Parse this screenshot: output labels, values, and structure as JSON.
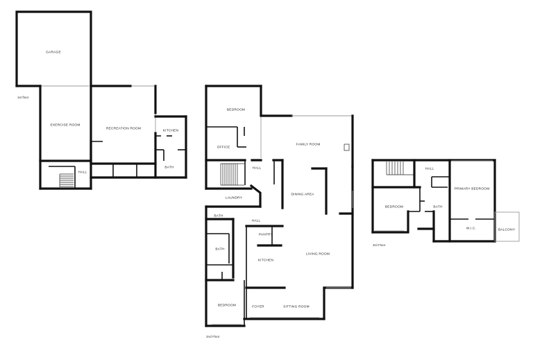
{
  "floors": [
    {
      "id": "first",
      "label": "1st floor",
      "rooms": [
        {
          "key": "garage",
          "label": "GARAGE"
        },
        {
          "key": "exercise",
          "label": "EXERCISE ROOM"
        },
        {
          "key": "recreation",
          "label": "RECREATION ROOM"
        },
        {
          "key": "kitchen",
          "label": "KITCHEN"
        },
        {
          "key": "bath",
          "label": "BATH"
        },
        {
          "key": "hall",
          "label": "HALL"
        }
      ]
    },
    {
      "id": "second",
      "label": "2nd Floor",
      "rooms": [
        {
          "key": "bedroom1",
          "label": "BEDROOM"
        },
        {
          "key": "office",
          "label": "OFFICE"
        },
        {
          "key": "family",
          "label": "FAMILY ROOM"
        },
        {
          "key": "hall",
          "label": "HALL"
        },
        {
          "key": "laundry",
          "label": "LAUNDRY"
        },
        {
          "key": "dining",
          "label": "DINING AREA"
        },
        {
          "key": "bath_small",
          "label": "BATH"
        },
        {
          "key": "hall2",
          "label": "HALL"
        },
        {
          "key": "pantry",
          "label": "PANTRY"
        },
        {
          "key": "bath2",
          "label": "BATH"
        },
        {
          "key": "kitchen",
          "label": "KITCHEN"
        },
        {
          "key": "living",
          "label": "LIVING ROOM"
        },
        {
          "key": "bedroom2",
          "label": "BEDROOM"
        },
        {
          "key": "foyer",
          "label": "FOYER"
        },
        {
          "key": "sitting",
          "label": "SITTING ROOM"
        }
      ]
    },
    {
      "id": "third",
      "label": "3rd Floor",
      "rooms": [
        {
          "key": "hall",
          "label": "HALL"
        },
        {
          "key": "primary",
          "label": "PRIMARY BEDROOM"
        },
        {
          "key": "bedroom",
          "label": "BEDROOM"
        },
        {
          "key": "bath",
          "label": "BATH"
        },
        {
          "key": "wic",
          "label": "W.I.C."
        },
        {
          "key": "balcony",
          "label": "BALCONY"
        }
      ]
    }
  ]
}
